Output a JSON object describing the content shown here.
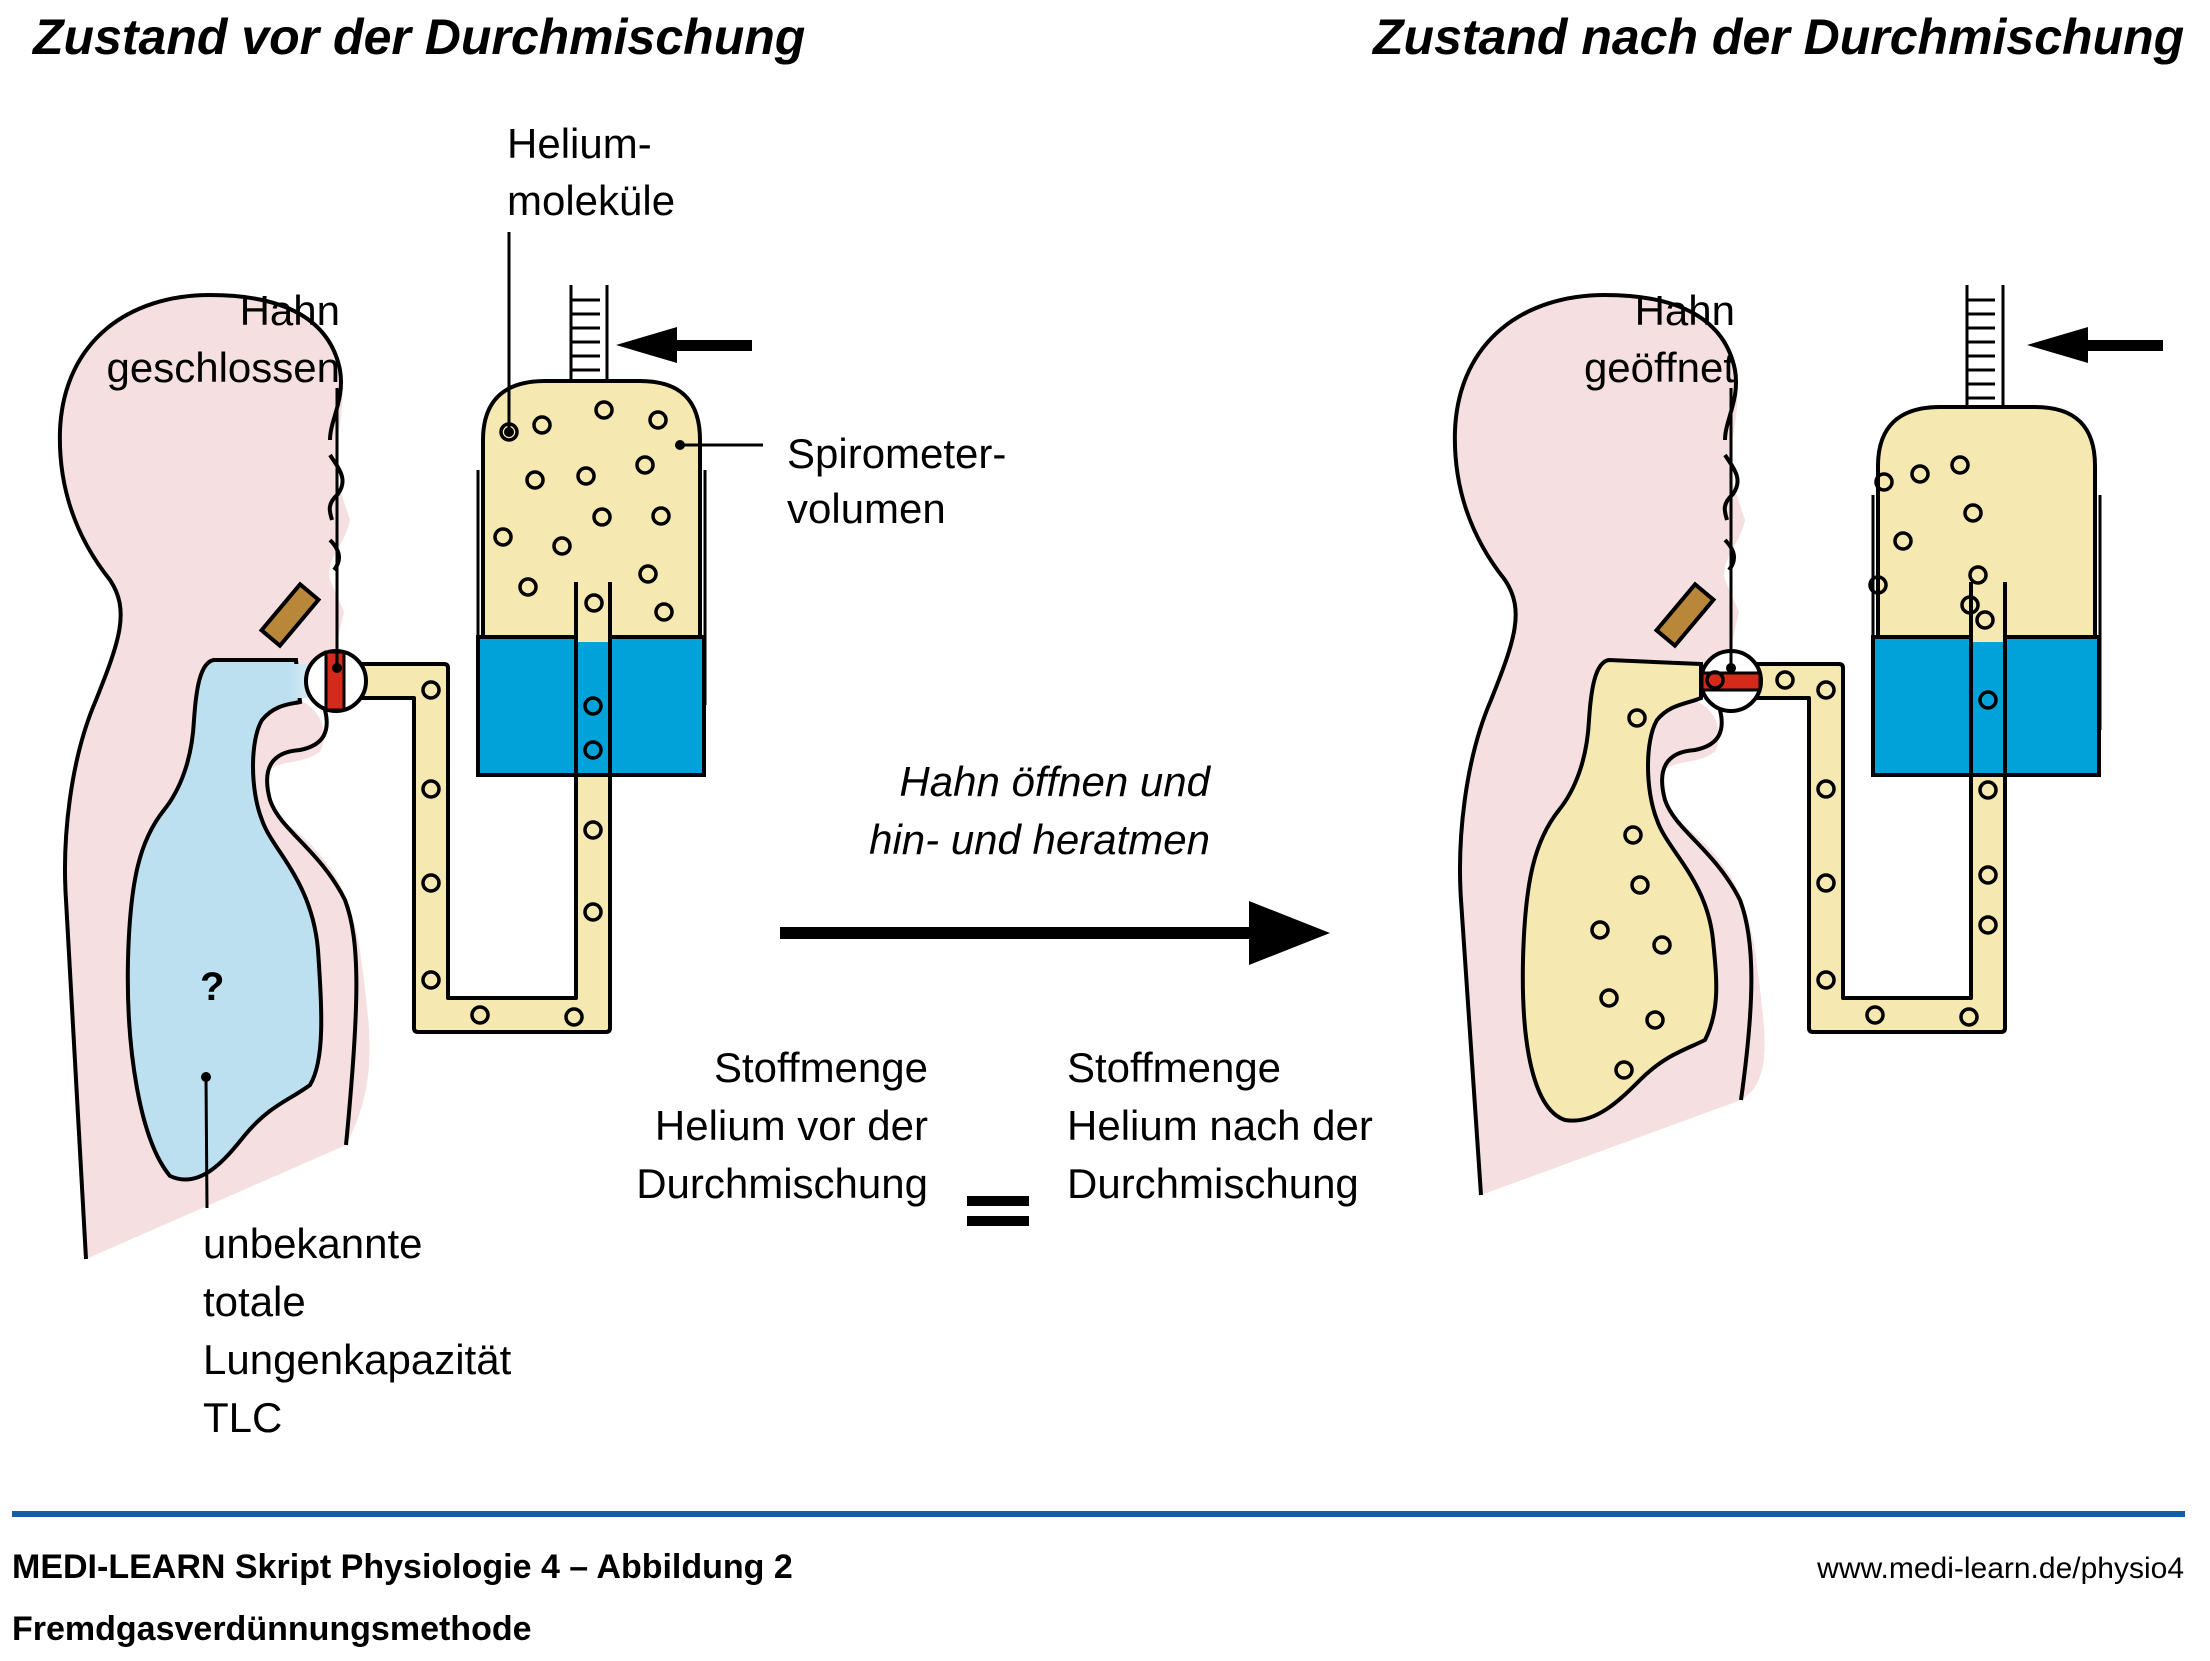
{
  "headings": {
    "before": "Zustand vor der Durchmischung",
    "after": "Zustand nach der Durchmischung"
  },
  "labels": {
    "helium_molecules": [
      "Helium-",
      "moleküle"
    ],
    "valve_closed": [
      "Hahn",
      "geschlossen"
    ],
    "valve_open": [
      "Hahn",
      "geöffnet"
    ],
    "spirometer_volume": [
      "Spirometer-",
      "volumen"
    ],
    "unknown_tlc": [
      "unbekannte",
      "totale",
      "Lungenkapazität",
      "TLC"
    ],
    "unknown_mark": "?"
  },
  "transition": {
    "lines": [
      "Hahn öffnen und",
      "hin- und heratmen"
    ]
  },
  "equation": {
    "left": [
      "Stoffmenge",
      "Helium vor der",
      "Durchmischung"
    ],
    "operator": "=",
    "right": [
      "Stoffmenge",
      "Helium nach der",
      "Durchmischung"
    ]
  },
  "footer": {
    "source": "MEDI-LEARN Skript Physiologie 4 – Abbildung 2",
    "topic": "Fremdgasverdünnungsmethode",
    "url": "www.medi-learn.de/physio4"
  },
  "colors": {
    "body_skin": "#f5dfe0",
    "lung_air_before": "#bde0f0",
    "helium_gas": "#f5e8b0",
    "water": "#00a3d9",
    "valve_red": "#d32a1c",
    "mouthpiece_clip": "#b8873a",
    "footer_rule": "#1a5aa6",
    "stroke": "#000000"
  },
  "icons": {
    "transition_arrow": "arrow-right-icon",
    "spirometer_push_arrow": "arrow-left-icon",
    "helium_bubble": "circle-icon"
  }
}
